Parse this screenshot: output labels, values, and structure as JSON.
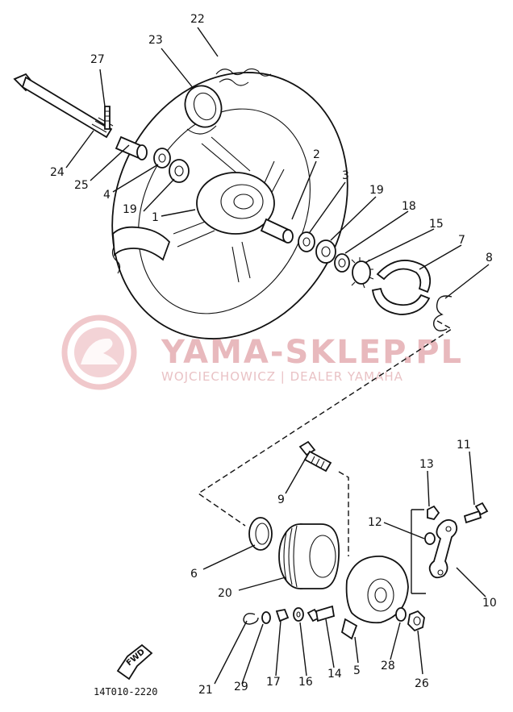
{
  "watermark": {
    "title": "YAMA-SKLEP.PL",
    "subtitle": "WOJCIECHOWICZ | DEALER YAMAHA"
  },
  "diagram_code": "14T010-2220",
  "fwd_label": "FWD",
  "callouts": {
    "c1": "1",
    "c2": "2",
    "c3": "3",
    "c4": "4",
    "c5": "5",
    "c6": "6",
    "c7": "7",
    "c8": "8",
    "c9": "9",
    "c10": "10",
    "c11": "11",
    "c12": "12",
    "c13": "13",
    "c14": "14",
    "c15": "15",
    "c16": "16",
    "c17": "17",
    "c18": "18",
    "c19a": "19",
    "c19b": "19",
    "c20": "20",
    "c21": "21",
    "c22": "22",
    "c23": "23",
    "c24": "24",
    "c25": "25",
    "c26": "26",
    "c27": "27",
    "c28": "28",
    "c29": "29"
  }
}
